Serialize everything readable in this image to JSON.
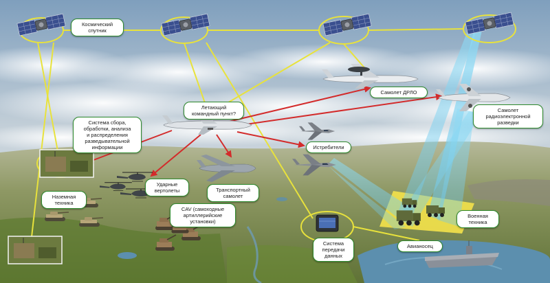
{
  "labels": {
    "space_satellite": "Космический\nспутник",
    "airborne_command_post": "Летающий\nкомандный пункт?",
    "awacs": "Самолет ДРЛО",
    "elint_aircraft": "Самолет\nрадиоэлектронной\nразведки",
    "data_processing_system": "Система сбора,\nобработки, анализа\nи распределения\nразведывательной\nинформации",
    "fighters": "Истребители",
    "attack_helicopters": "Ударные\nвертолеты",
    "transport_aircraft": "Транспортный\nсамолет",
    "ground_vehicles": "Наземная\nтехника",
    "cav_artillery": "CAV (самоходные\nартиллерийские\nустановки)",
    "data_transfer_system": "Система\nпередачи\nданных",
    "military_vehicles": "Военная\nтехника",
    "aircraft_carrier": "Авианосец"
  },
  "colors": {
    "sky_top": "#7f9fbd",
    "sky_horizon": "#dfe6ea",
    "ground": "#7d8a52",
    "water": "#5c8fae",
    "yellow_link": "#e8e23c",
    "red_link": "#d32b2b",
    "sensor_beam": "#7fd0ee",
    "target_zone": "#f4e24a",
    "label_border": "#2e8b2e"
  },
  "icons": {
    "satellite": "satellite-icon",
    "awacs": "awacs-aircraft-icon",
    "elint": "recon-aircraft-icon",
    "command_post": "command-aircraft-icon",
    "fighter": "fighter-jet-icon",
    "helicopter": "attack-helicopter-icon",
    "transport": "transport-aircraft-icon",
    "tank": "tank-icon",
    "artillery": "self-propelled-gun-icon",
    "truck": "military-truck-icon",
    "terminal": "data-terminal-icon",
    "carrier": "aircraft-carrier-icon"
  }
}
